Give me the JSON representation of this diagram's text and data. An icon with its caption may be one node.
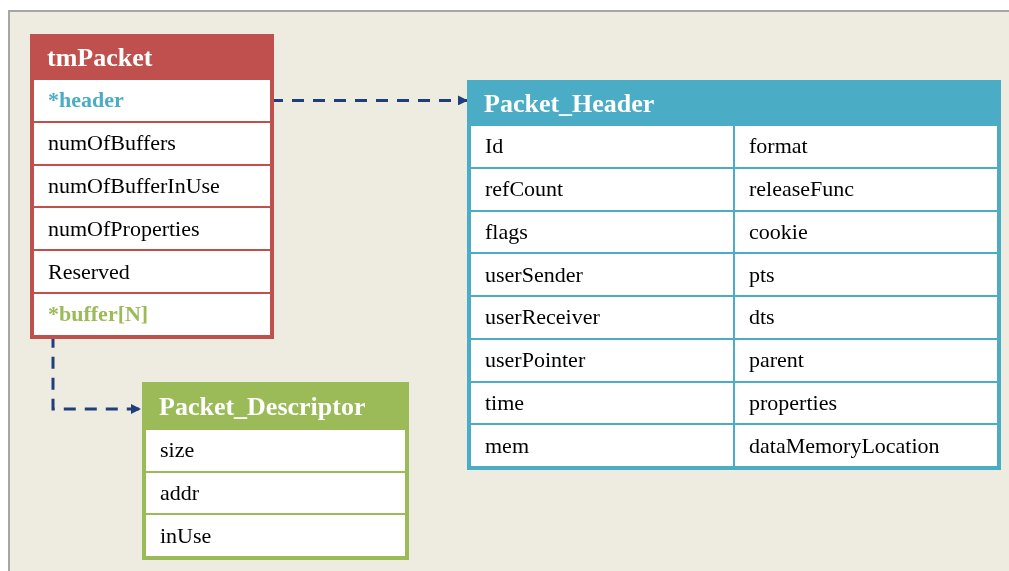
{
  "diagram": {
    "nodes": [
      {
        "text": [
          "tmPacket"
        ]
      },
      {
        "text": [
          "*header"
        ],
        "in": 0
      },
      {
        "text": [
          "numOfBuffers"
        ],
        "in": 0
      },
      {
        "text": [
          "numOfBufferInUse"
        ],
        "in": 0
      },
      {
        "text": [
          "numOfProperties"
        ],
        "in": 0
      },
      {
        "text": [
          "Reserved"
        ],
        "in": 0
      },
      {
        "text": [
          "*buffer[N]"
        ],
        "in": 0
      },
      {
        "text": [
          "Packet_Header"
        ]
      },
      {
        "text": [
          "Id"
        ],
        "in": 7
      },
      {
        "text": [
          "format"
        ],
        "in": 7
      },
      {
        "text": [
          "refCount"
        ],
        "in": 7
      },
      {
        "text": [
          "releaseFunc"
        ],
        "in": 7
      },
      {
        "text": [
          "flags"
        ],
        "in": 7
      },
      {
        "text": [
          "cookie"
        ],
        "in": 7
      },
      {
        "text": [
          "userSender"
        ],
        "in": 7
      },
      {
        "text": [
          "pts"
        ],
        "in": 7
      },
      {
        "text": [
          "userReceiver"
        ],
        "in": 7
      },
      {
        "text": [
          "dts"
        ],
        "in": 7
      },
      {
        "text": [
          "userPointer"
        ],
        "in": 7
      },
      {
        "text": [
          "parent"
        ],
        "in": 7
      },
      {
        "text": [
          "time"
        ],
        "in": 7
      },
      {
        "text": [
          "properties"
        ],
        "in": 7
      },
      {
        "text": [
          "mem"
        ],
        "in": 7
      },
      {
        "text": [
          "dataMemoryLocation"
        ],
        "in": 7
      },
      {
        "text": [
          "Packet_Descriptor"
        ]
      },
      {
        "text": [
          "size"
        ],
        "in": 24
      },
      {
        "text": [
          "addr"
        ],
        "in": 24
      },
      {
        "text": [
          "inUse"
        ],
        "in": 24
      }
    ],
    "edges": [
      {
        "from": 1,
        "to": 7,
        "arrow": "to",
        "style": "dashed"
      },
      {
        "from": 6,
        "to": 24,
        "arrow": "to",
        "style": "dashed"
      }
    ]
  }
}
